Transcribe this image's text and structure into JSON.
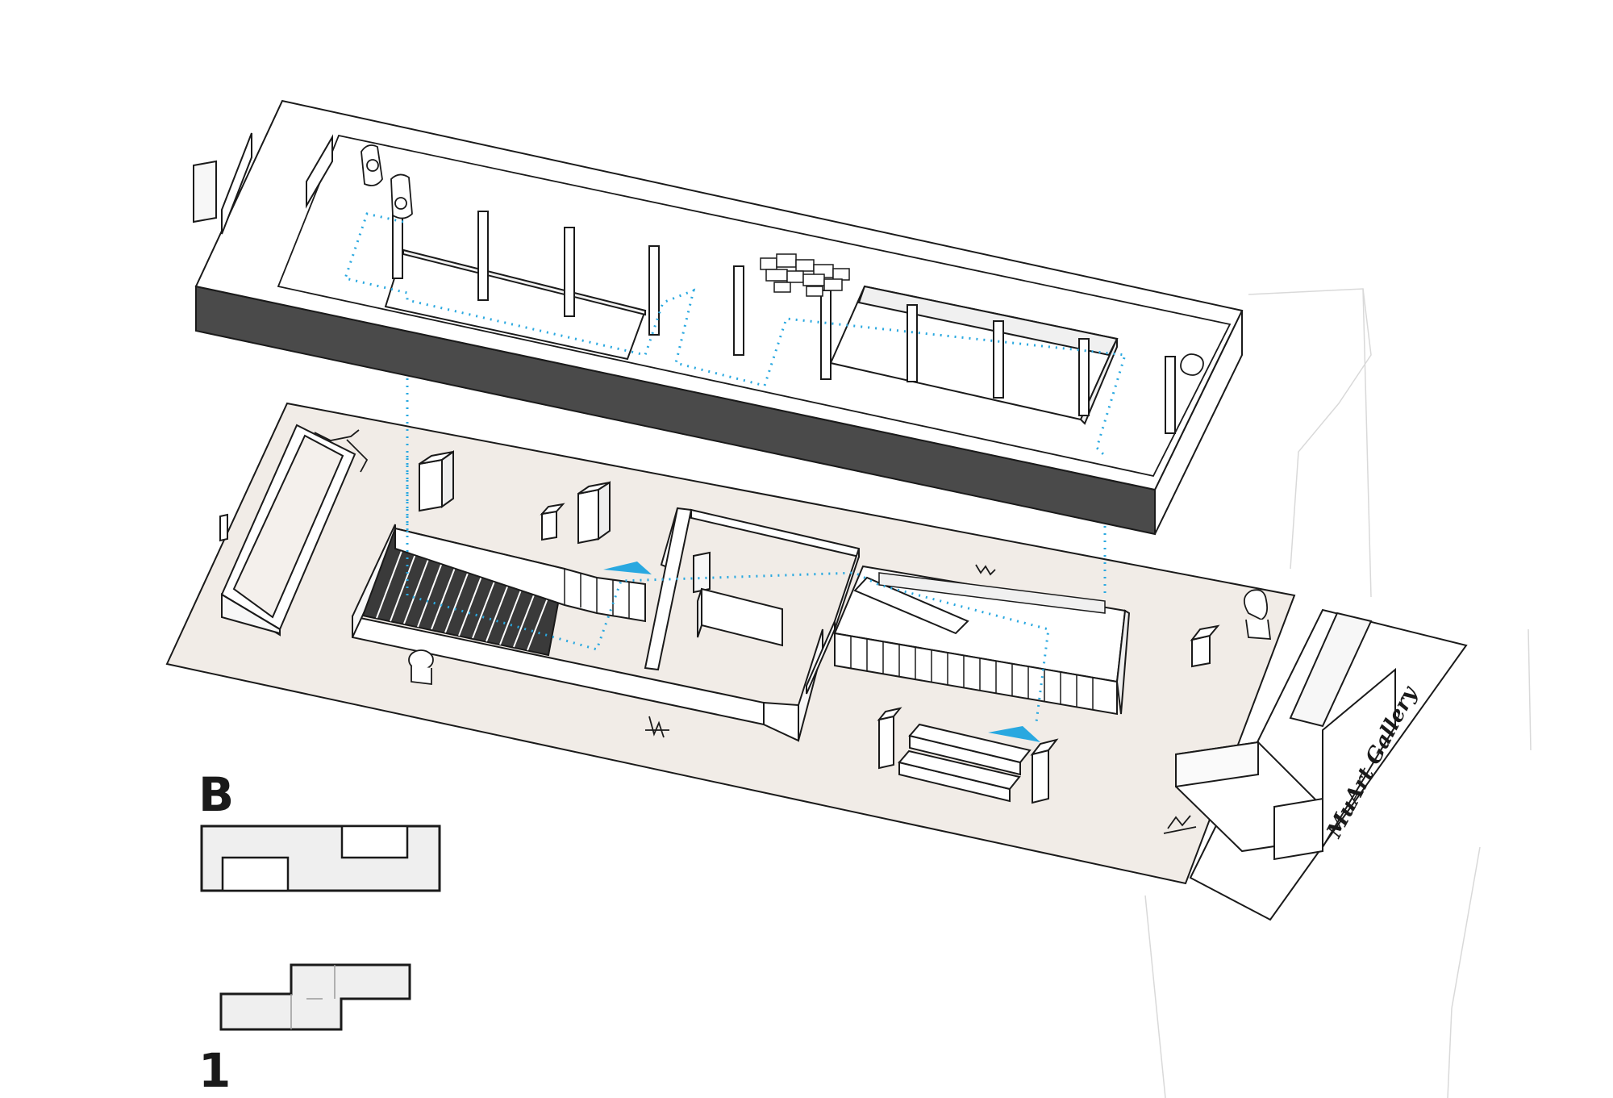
{
  "labels": {
    "upper_level": "B",
    "ground_level": "1"
  },
  "gallery_sign": "MuArt Gallery",
  "colors": {
    "ground_plate": "#f1ece7",
    "upper_slab_facade": "#4a4a4a",
    "circulation_path": "#29a8e0",
    "outline": "#1a1a1a",
    "key_plan_fill": "#efefef"
  },
  "icons": {
    "sculptures": "sculpture-icon",
    "direction_arrows": "arrow-triangle-icon"
  }
}
